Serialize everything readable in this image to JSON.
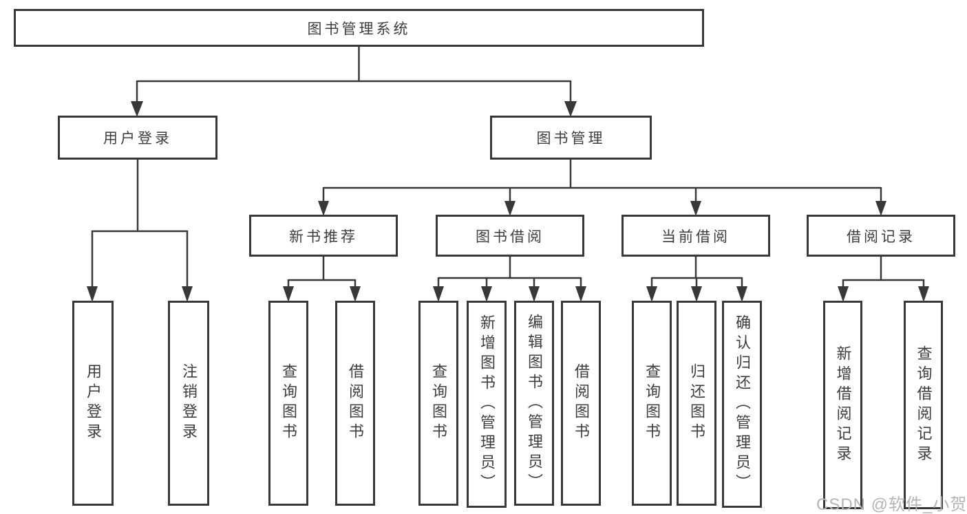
{
  "diagram": {
    "root": {
      "label": "图书管理系统"
    },
    "branches": [
      {
        "label": "用户登录",
        "children": [
          {
            "label": "用户登录"
          },
          {
            "label": "注销登录"
          }
        ]
      },
      {
        "label": "图书管理",
        "children": [
          {
            "label": "新书推荐",
            "children": [
              {
                "label": "查询图书"
              },
              {
                "label": "借阅图书"
              }
            ]
          },
          {
            "label": "图书借阅",
            "children": [
              {
                "label": "查询图书"
              },
              {
                "label": "新增图书（管理员）"
              },
              {
                "label": "编辑图书（管理员）"
              },
              {
                "label": "借阅图书"
              }
            ]
          },
          {
            "label": "当前借阅",
            "children": [
              {
                "label": "查询图书"
              },
              {
                "label": "归还图书"
              },
              {
                "label": "确认归还（管理员）"
              }
            ]
          },
          {
            "label": "借阅记录",
            "children": [
              {
                "label": "新增借阅记录"
              },
              {
                "label": "查询借阅记录"
              }
            ]
          }
        ]
      }
    ]
  },
  "watermark": {
    "text": "CSDN @软件_小贺同学"
  },
  "colors": {
    "line": "#383838",
    "box_border": "#383838",
    "text": "#3d3d3d",
    "watermark": "#b5b5b5",
    "background": "#ffffff"
  }
}
